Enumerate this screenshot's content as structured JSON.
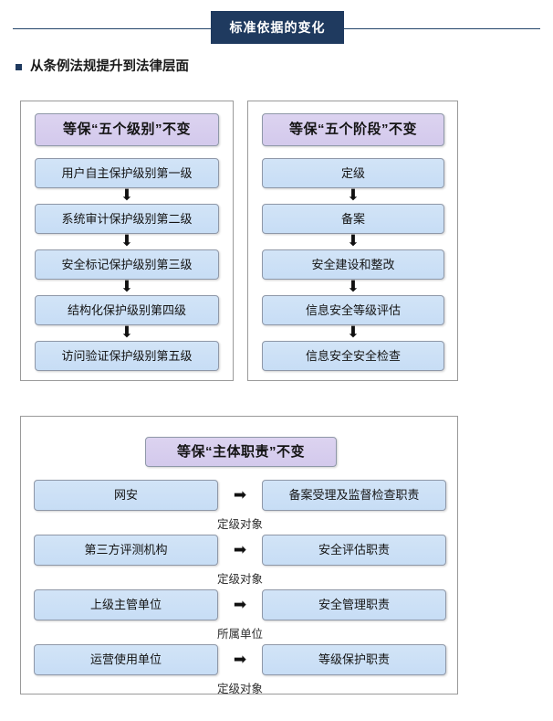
{
  "header": {
    "badge_title": "标准依据的变化",
    "accent_color": "#1f3a5f"
  },
  "section_heading": {
    "bullet_label": "从条例法规提升到法律层面"
  },
  "panels": {
    "levels": {
      "title": "等保“五个级别”不变",
      "steps": [
        "用户自主保护级别第一级",
        "系统审计保护级别第二级",
        "安全标记保护级别第三级",
        "结构化保护级别第四级",
        "访问验证保护级别第五级"
      ]
    },
    "stages": {
      "title": "等保“五个阶段”不变",
      "steps": [
        "定级",
        "备案",
        "安全建设和整改",
        "信息安全等级评估",
        "信息安全安全检查"
      ]
    },
    "duties": {
      "title": "等保“主体职责”不变",
      "rows": [
        {
          "actor": "网安",
          "duty": "备案受理及监督检查职责",
          "caption": "定级对象"
        },
        {
          "actor": "第三方评测机构",
          "duty": "安全评估职责",
          "caption": "定级对象"
        },
        {
          "actor": "上级主管单位",
          "duty": "安全管理职责",
          "caption": "所属单位"
        },
        {
          "actor": "运营使用单位",
          "duty": "等级保护职责",
          "caption": "定级对象"
        }
      ]
    }
  },
  "icons": {
    "arrow_down": "⬇",
    "arrow_right": "➡"
  },
  "colors": {
    "title_box_fill": "#d6ccee",
    "step_box_fill": "#cde0f6",
    "panel_border": "#9a9a9a",
    "banner": "#1f3a5f"
  }
}
